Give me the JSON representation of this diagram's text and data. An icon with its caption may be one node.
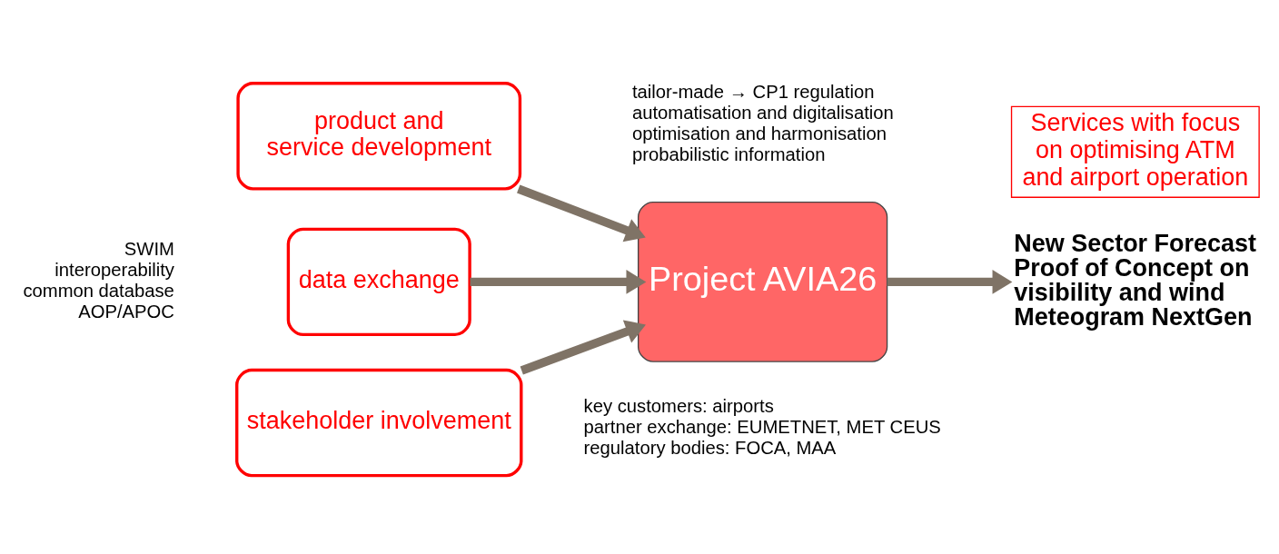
{
  "diagram": {
    "nodes": [
      {
        "text": [
          "product and service development"
        ],
        "beside": [
          "tailor-made → CP1 regulation",
          "automatisation and digitalisation",
          "optimisation and harmonisation",
          "probabilistic information"
        ]
      },
      {
        "text": [
          "data exchange"
        ],
        "beside": [
          "SWIM",
          "interoperability",
          "common database",
          "AOP/APOC"
        ]
      },
      {
        "text": [
          "stakeholder involvement"
        ],
        "beside": [
          "key customers: airports",
          "partner exchange: EUMETNET, MET CEUS",
          "regulatory bodies: FOCA, MAA"
        ]
      },
      {
        "text": [
          "Project AVIA26"
        ]
      },
      {
        "text": [
          "Services with focus on optimising ATM and airport operation"
        ]
      },
      {
        "text": [
          "New Sector Forecast",
          "Proof of Concept on visibility and wind",
          "Meteogram NextGen"
        ]
      }
    ],
    "edges": [
      {
        "from": 0,
        "to": 3,
        "arrow": "to"
      },
      {
        "from": 1,
        "to": 3,
        "arrow": "to"
      },
      {
        "from": 2,
        "to": 3,
        "arrow": "to"
      },
      {
        "from": 3,
        "to": 5,
        "arrow": "to"
      }
    ]
  }
}
